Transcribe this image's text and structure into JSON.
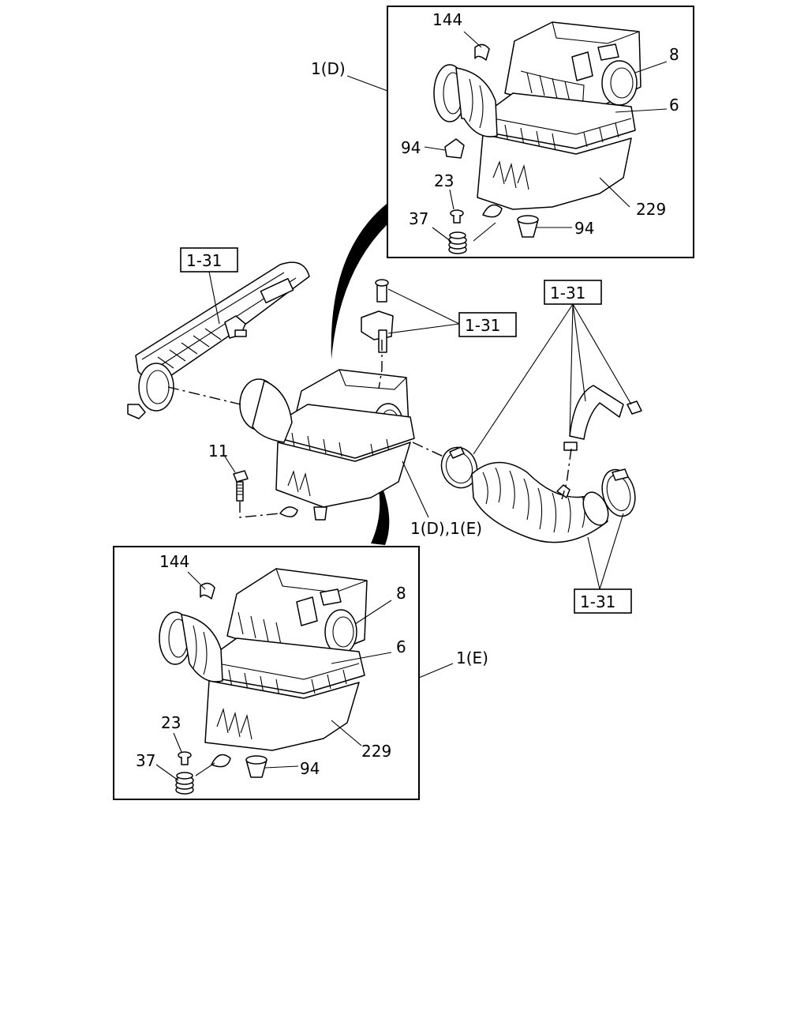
{
  "callouts": {
    "top_144": "144",
    "top_8": "8",
    "top_6": "6",
    "top_94a": "94",
    "top_23": "23",
    "top_37": "37",
    "top_229": "229",
    "top_94b": "94",
    "top_detail": "1(D)",
    "main_11": "11",
    "main_assembly": "1(D),1(E)",
    "bot_144": "144",
    "bot_8": "8",
    "bot_6": "6",
    "bot_detail": "1(E)",
    "bot_23": "23",
    "bot_37": "37",
    "bot_229": "229",
    "bot_94": "94"
  },
  "references": {
    "duct_ref": "1-31",
    "sensor_ref": "1-31",
    "hose_ref": "1-31",
    "clamp_ref": "1-31"
  },
  "colors": {
    "line": "#000000",
    "background": "#ffffff"
  }
}
